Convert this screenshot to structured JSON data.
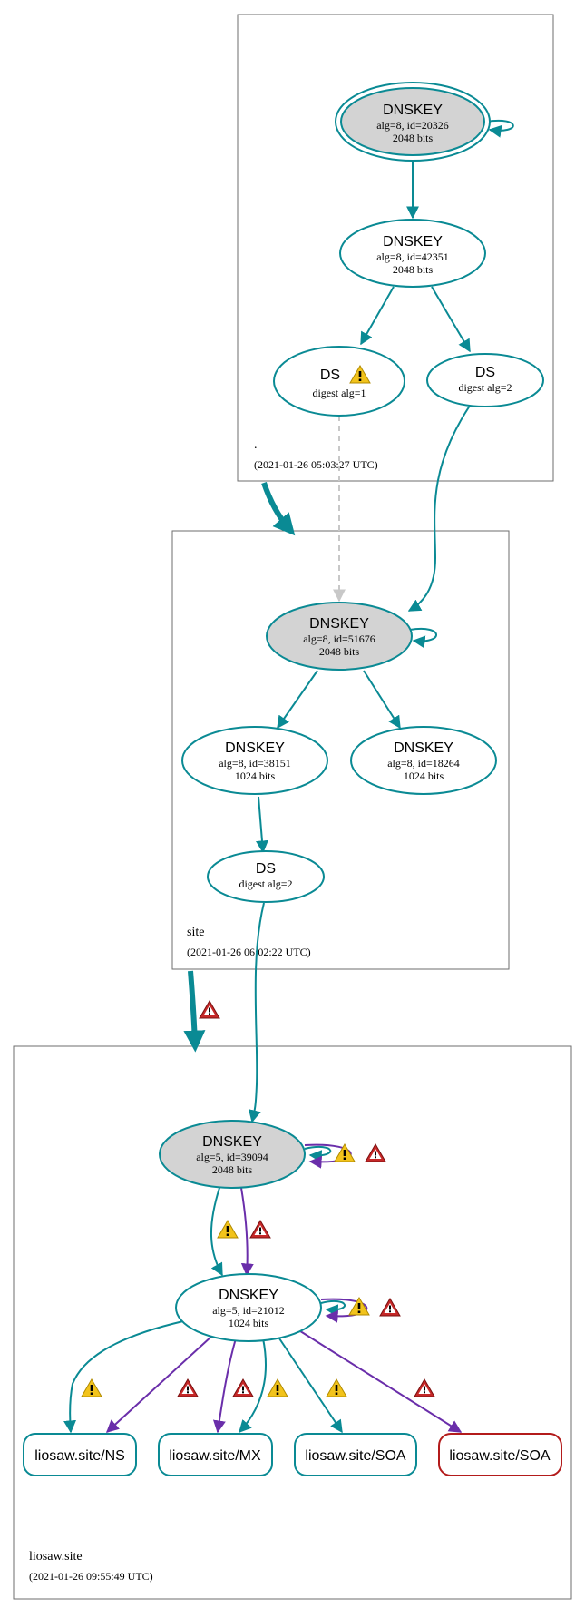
{
  "zones": {
    "root": {
      "name": ".",
      "timestamp": "(2021-01-26 05:03:27 UTC)"
    },
    "site": {
      "name": "site",
      "timestamp": "(2021-01-26 06:02:22 UTC)"
    },
    "liosaw": {
      "name": "liosaw.site",
      "timestamp": "(2021-01-26 09:55:49 UTC)"
    }
  },
  "nodes": {
    "root_ksk": {
      "title": "DNSKEY",
      "line1": "alg=8, id=20326",
      "line2": "2048 bits"
    },
    "root_zsk": {
      "title": "DNSKEY",
      "line1": "alg=8, id=42351",
      "line2": "2048 bits"
    },
    "root_ds1": {
      "title": "DS",
      "line1": "digest alg=1"
    },
    "root_ds2": {
      "title": "DS",
      "line1": "digest alg=2"
    },
    "site_ksk": {
      "title": "DNSKEY",
      "line1": "alg=8, id=51676",
      "line2": "2048 bits"
    },
    "site_zsk1": {
      "title": "DNSKEY",
      "line1": "alg=8, id=38151",
      "line2": "1024 bits"
    },
    "site_zsk2": {
      "title": "DNSKEY",
      "line1": "alg=8, id=18264",
      "line2": "1024 bits"
    },
    "site_ds": {
      "title": "DS",
      "line1": "digest alg=2"
    },
    "liosaw_ksk": {
      "title": "DNSKEY",
      "line1": "alg=5, id=39094",
      "line2": "2048 bits"
    },
    "liosaw_zsk": {
      "title": "DNSKEY",
      "line1": "alg=5, id=21012",
      "line2": "1024 bits"
    }
  },
  "rrsets": {
    "ns": "liosaw.site/NS",
    "mx": "liosaw.site/MX",
    "soa_ok": "liosaw.site/SOA",
    "soa_err": "liosaw.site/SOA"
  },
  "colors": {
    "teal": "#0a8a94",
    "purple": "#6a2eaa",
    "error_red": "#b31b1b",
    "warning_yellow": "#f2c31b",
    "key_fill": "#d3d3d3",
    "zone_border": "#6e6e6e",
    "insecure_gray": "#c8c8c8"
  },
  "icons": {
    "warning": "warning-triangle-icon",
    "error": "error-triangle-icon"
  }
}
